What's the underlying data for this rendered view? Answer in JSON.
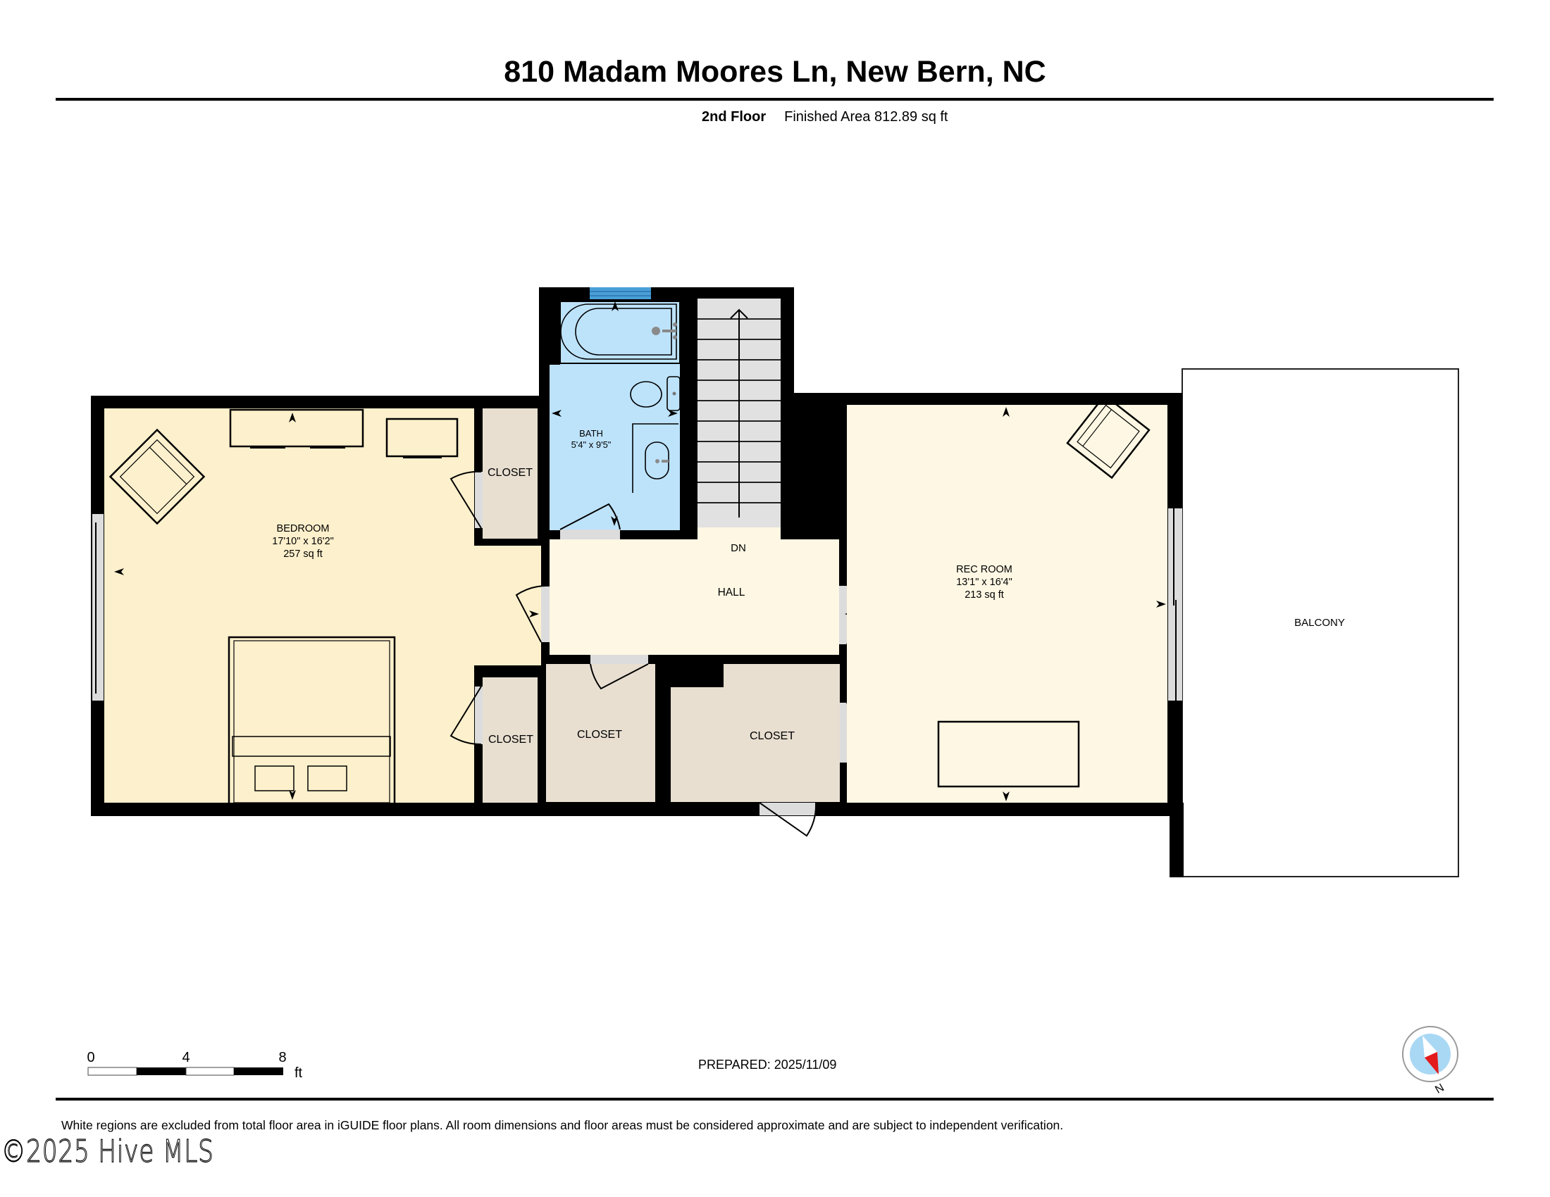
{
  "header": {
    "title": "810 Madam Moores Ln, New Bern, NC",
    "floor_label": "2nd Floor",
    "finished_area": "Finished Area 812.89 sq ft"
  },
  "rooms": {
    "bedroom": {
      "name": "BEDROOM",
      "dimensions": "17'10\" x 16'2\"",
      "area": "257 sq ft"
    },
    "bath": {
      "name": "BATH",
      "dimensions": "5'4\" x 9'5\""
    },
    "hall": {
      "name": "HALL",
      "stair_label": "DN"
    },
    "rec_room": {
      "name": "REC ROOM",
      "dimensions": "13'1\" x 16'4\"",
      "area": "213 sq ft"
    },
    "balcony": {
      "name": "BALCONY"
    },
    "closet_bedroom_upper": {
      "name": "CLOSET"
    },
    "closet_bedroom_lower": {
      "name": "CLOSET"
    },
    "closet_hall": {
      "name": "CLOSET"
    },
    "closet_large": {
      "name": "CLOSET"
    }
  },
  "colors": {
    "bedroom_fill": "#fdf0cc",
    "hall_fill": "#fdf7e3",
    "rec_fill": "#fdf7e3",
    "closet_fill": "#e8dfd1",
    "bath_fill": "#bde3fb",
    "stair_fill": "#e1e1e1",
    "door_fill": "#dcdcdc",
    "wall": "#000000",
    "window_blue": "#4a9fd8",
    "compass_face": "#a9d8f5",
    "compass_needle": "#e31b1b"
  },
  "scale_bar": {
    "labels": [
      "0",
      "4",
      "8"
    ],
    "unit": "ft"
  },
  "footer": {
    "prepared": "PREPARED: 2025/11/09",
    "disclaimer": "White regions are excluded from total floor area in iGUIDE floor plans. All room dimensions and floor areas must be considered approximate and are subject to independent verification.",
    "watermark": "©2025 Hive MLS",
    "compass_label": "N"
  }
}
